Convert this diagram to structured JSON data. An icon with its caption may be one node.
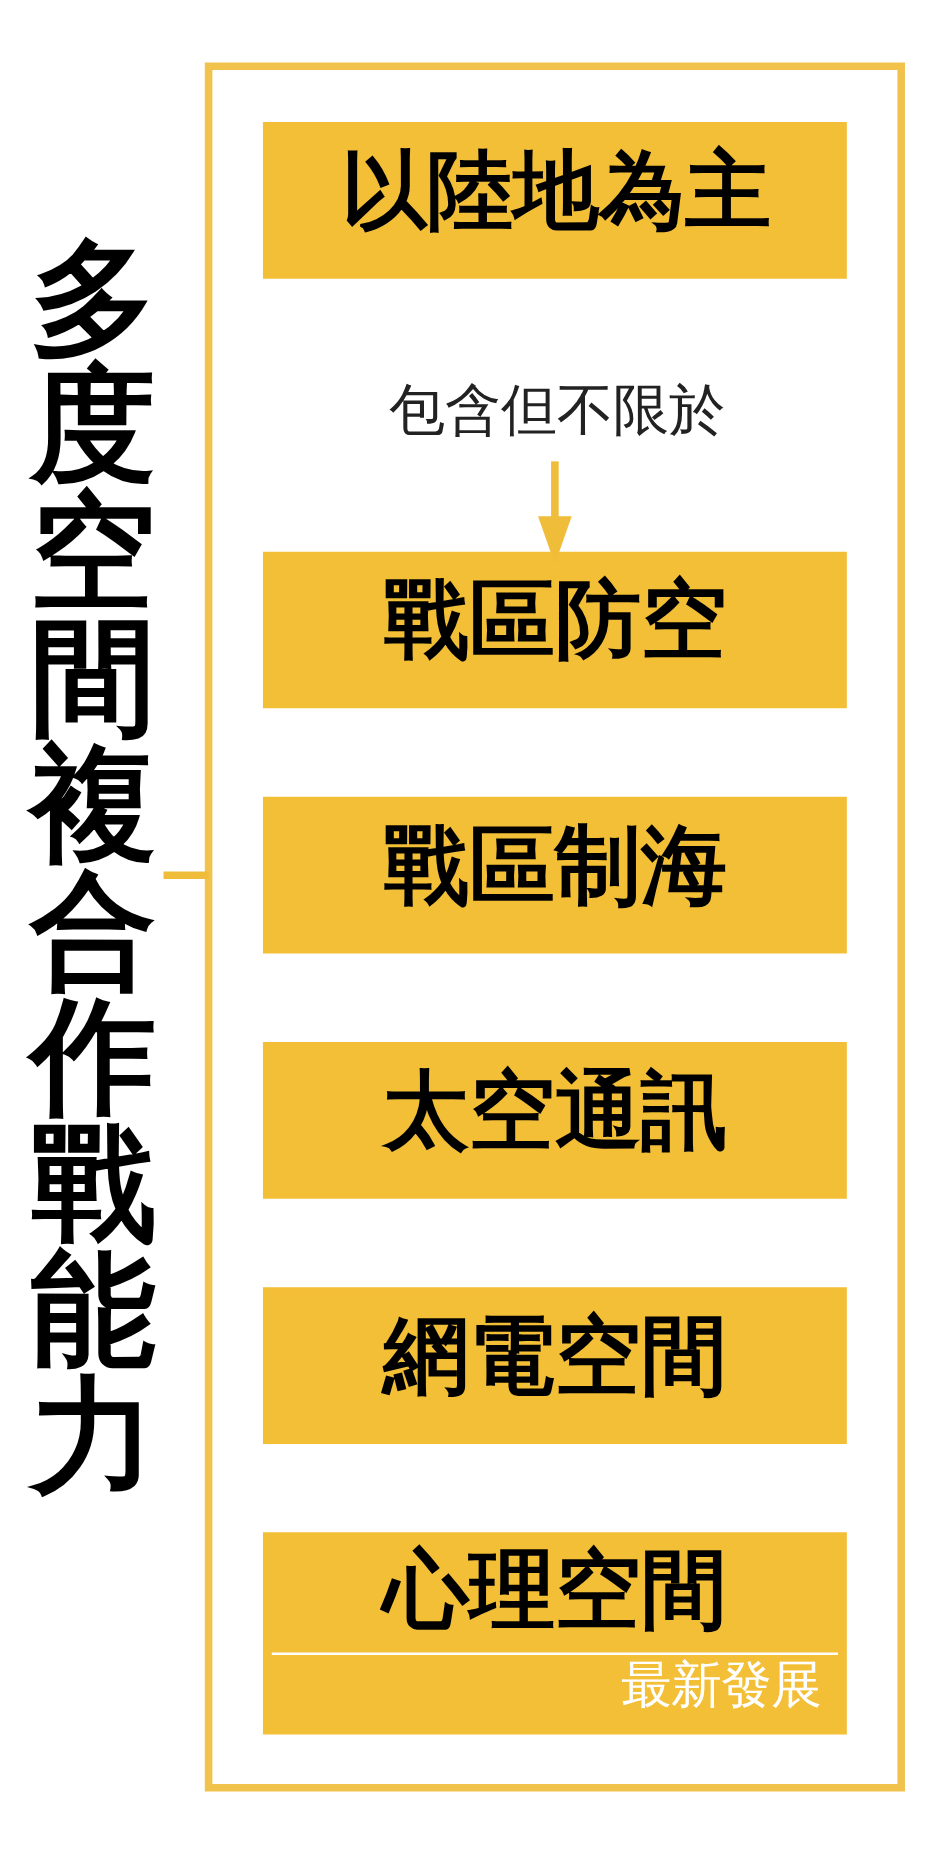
{
  "diagram": {
    "nodes": [
      {
        "text": [
          "多度空間複合作戰能力"
        ]
      },
      {
        "text": [],
        "shape": "box"
      },
      {
        "text": [
          "以陸地為主"
        ],
        "in": 1
      },
      {
        "text": [
          "包含但不限於"
        ],
        "in": 1
      },
      {
        "text": [
          "戰區防空"
        ],
        "in": 1
      },
      {
        "text": [
          "戰區制海"
        ],
        "in": 1
      },
      {
        "text": [
          "太空通訊"
        ],
        "in": 1
      },
      {
        "text": [
          "網電空間"
        ],
        "in": 1
      },
      {
        "text": [
          "心理空間",
          "最新發展"
        ],
        "in": 1
      }
    ],
    "edges": [
      {
        "from": 0,
        "to": 1,
        "arrow": "none"
      },
      {
        "from": 3,
        "to": 4,
        "arrow": "to"
      }
    ]
  }
}
